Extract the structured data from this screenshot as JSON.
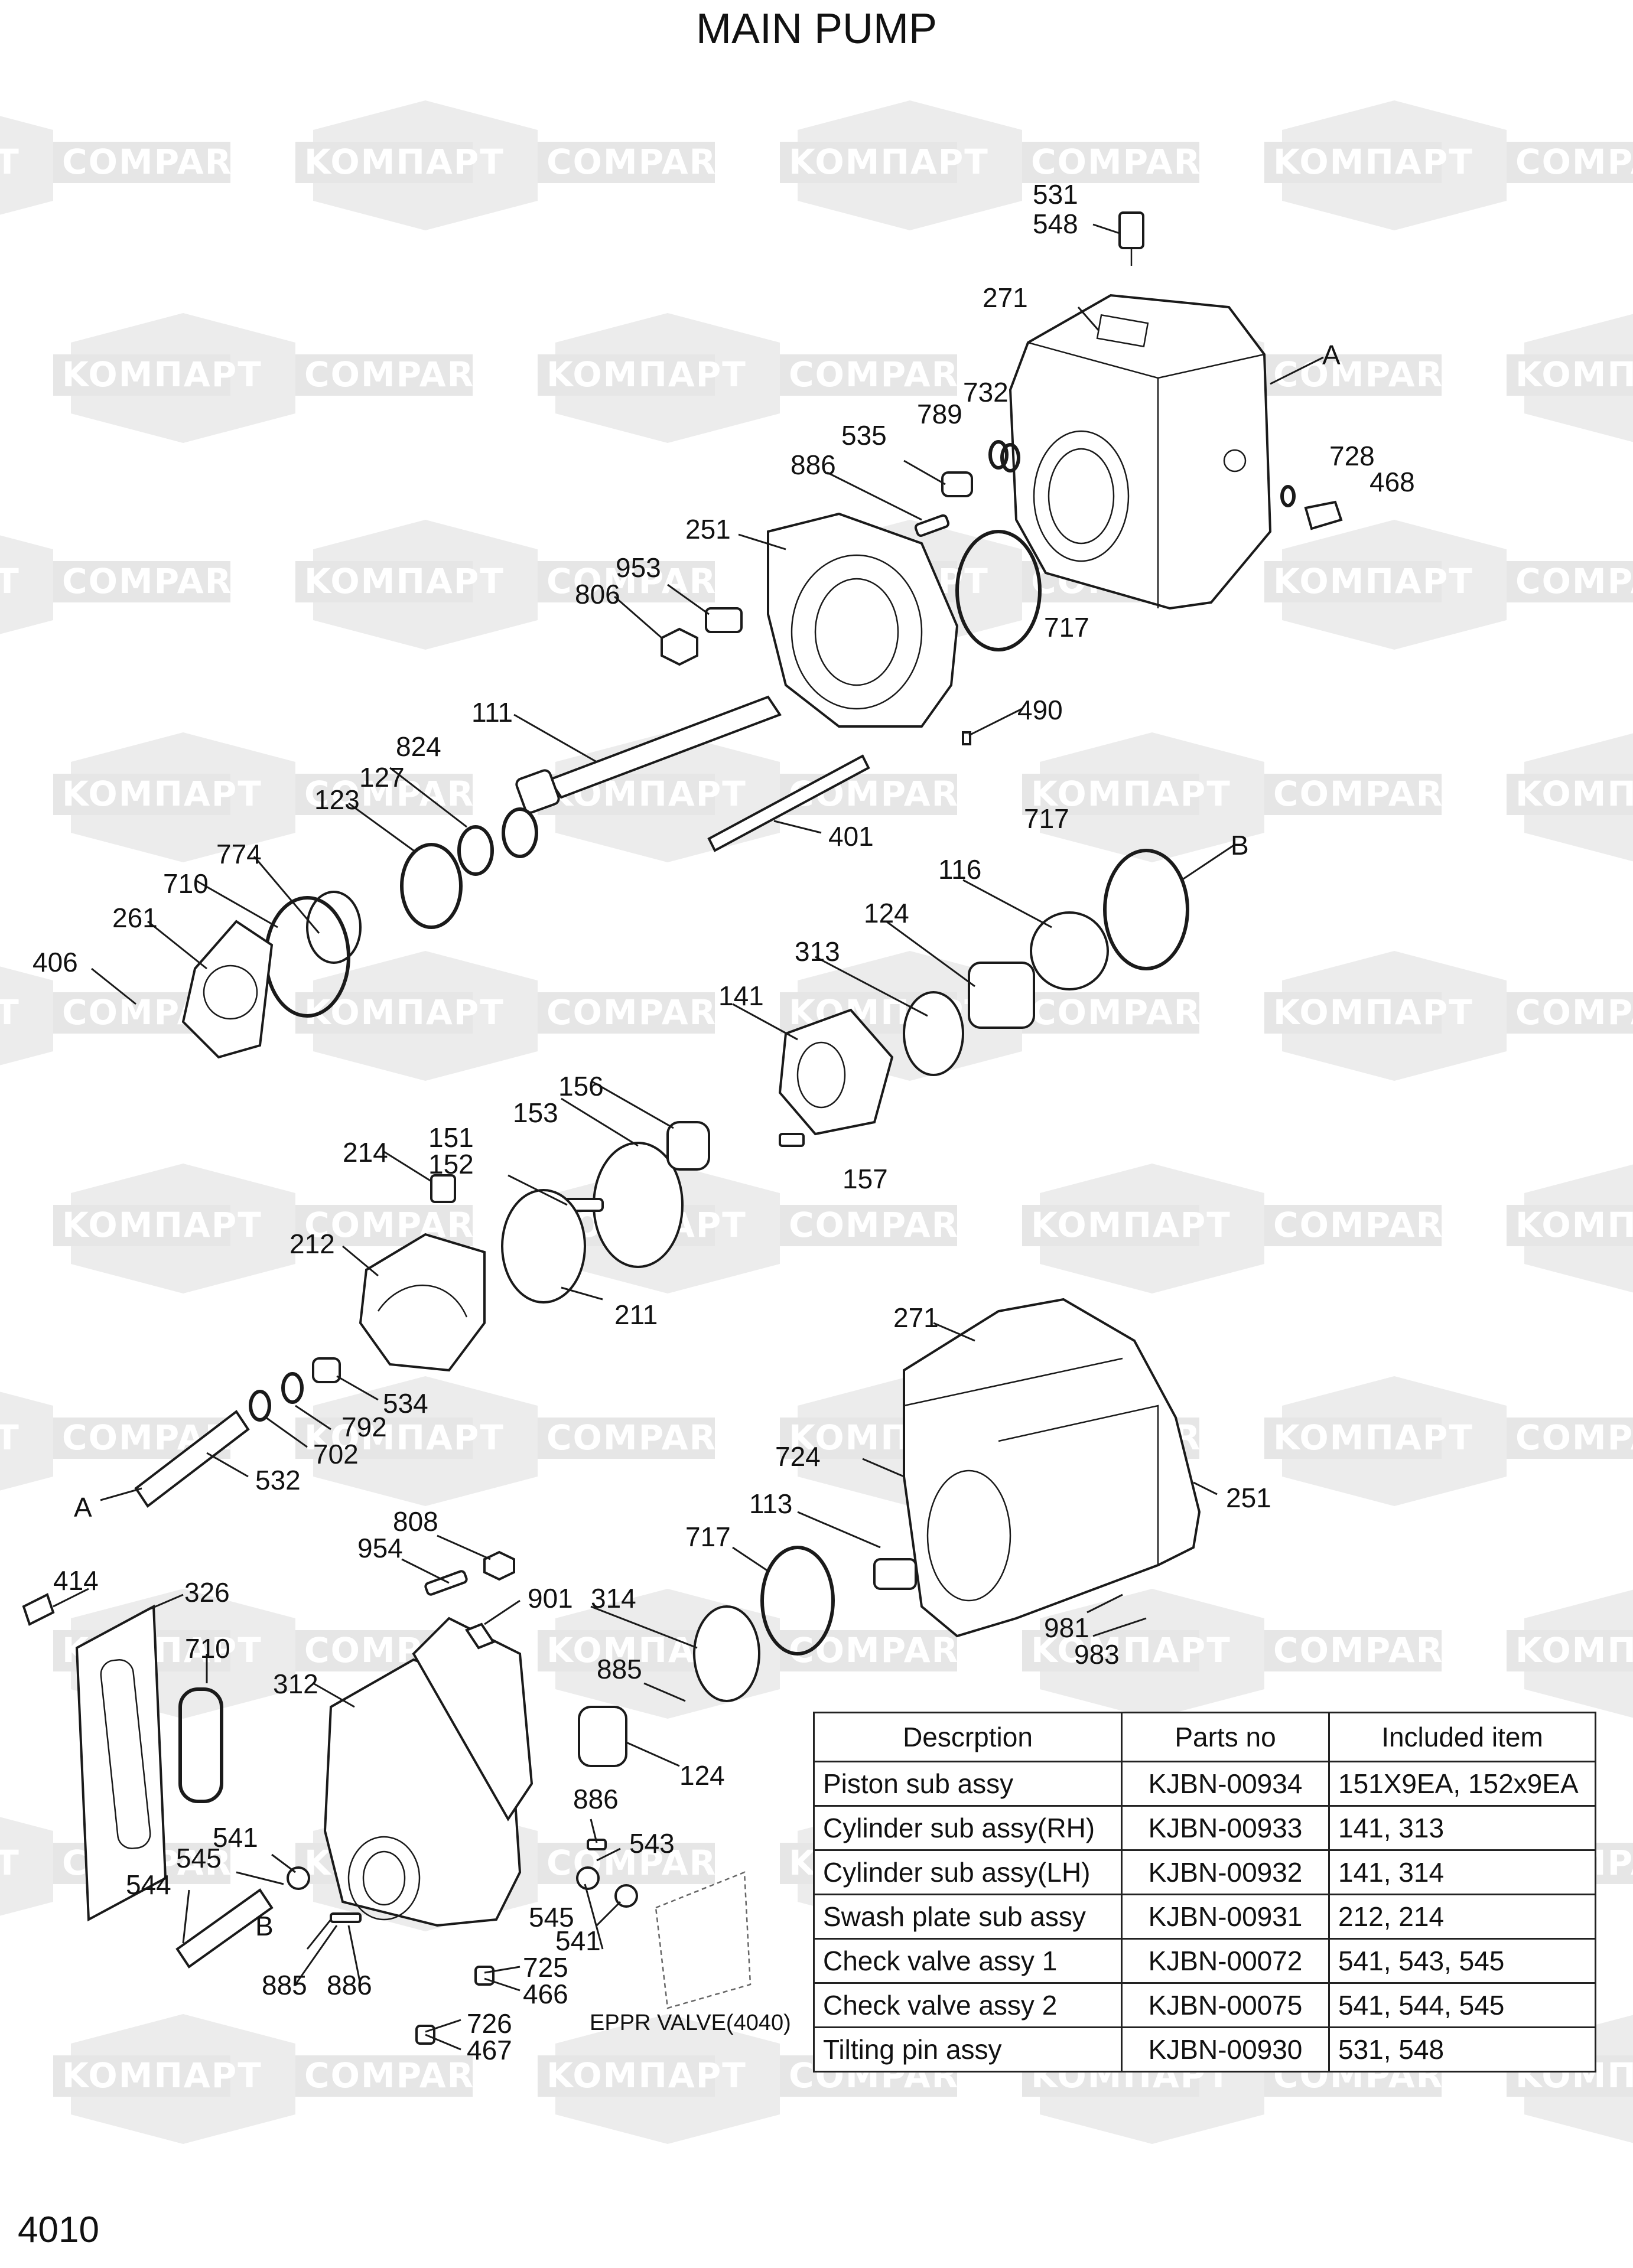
{
  "title": "MAIN PUMP",
  "page_number": "4010",
  "watermarks": [
    "KOMПАРТ",
    "COMPART"
  ],
  "diagram": {
    "labels": [
      "531",
      "548",
      "271",
      "A",
      "732",
      "789",
      "535",
      "728",
      "468",
      "886",
      "251",
      "953",
      "806",
      "717",
      "490",
      "111",
      "824",
      "127",
      "123",
      "401",
      "717",
      "B",
      "116",
      "774",
      "710",
      "261",
      "406",
      "124",
      "313",
      "141",
      "156",
      "153",
      "151",
      "152",
      "157",
      "214",
      "212",
      "211",
      "534",
      "792",
      "702",
      "532",
      "A",
      "271",
      "724",
      "251",
      "113",
      "717",
      "808",
      "954",
      "901",
      "414",
      "326",
      "710",
      "314",
      "312",
      "885",
      "124",
      "981",
      "983",
      "886",
      "543",
      "541",
      "545",
      "544",
      "B",
      "545",
      "541",
      "725",
      "466",
      "885",
      "886",
      "726",
      "467"
    ],
    "eppr_label": "EPPR VALVE(4040)"
  },
  "table": {
    "headers": [
      "Descrption",
      "Parts no",
      "Included item"
    ],
    "rows": [
      [
        "Piston sub assy",
        "KJBN-00934",
        "151X9EA, 152x9EA"
      ],
      [
        "Cylinder sub assy(RH)",
        "KJBN-00933",
        "141, 313"
      ],
      [
        "Cylinder sub assy(LH)",
        "KJBN-00932",
        "141, 314"
      ],
      [
        "Swash plate sub assy",
        "KJBN-00931",
        "212, 214"
      ],
      [
        "Check valve assy 1",
        "KJBN-00072",
        "541, 543, 545"
      ],
      [
        "Check valve assy 2",
        "KJBN-00075",
        "541, 544, 545"
      ],
      [
        "Tilting pin assy",
        "KJBN-00930",
        "531, 548"
      ]
    ]
  }
}
